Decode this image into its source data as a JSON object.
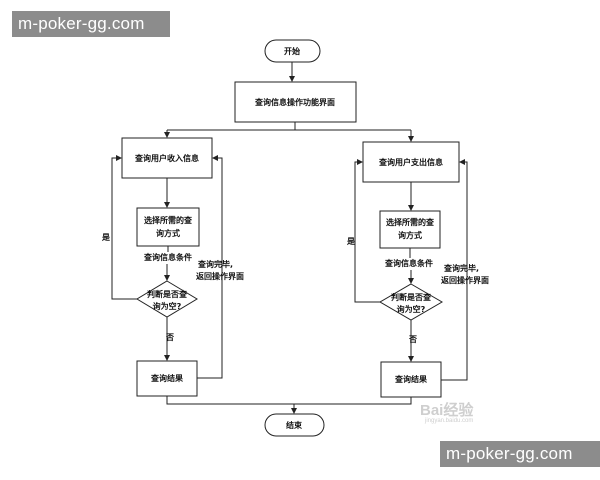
{
  "watermark": {
    "top": "m-poker-gg.com",
    "bottom": "m-poker-gg.com"
  },
  "baidu_mark": {
    "logo": "Bai经验",
    "sub": "jingyan.baidu.com"
  },
  "nodes": {
    "start": "开始",
    "menu": "查询信息操作功能界面",
    "income": "查询用户收入信息",
    "expense": "查询用户支出信息",
    "select_left_1": "选择所需的查",
    "select_left_2": "询方式",
    "select_right_1": "选择所需的查",
    "select_right_2": "询方式",
    "cond_left": "查询信息条件",
    "cond_right": "查询信息条件",
    "judge_left_1": "判断是否查",
    "judge_left_2": "询为空?",
    "judge_right_1": "判断是否查",
    "judge_right_2": "询为空?",
    "result_left": "查询结果",
    "result_right": "查询结果",
    "end": "结束"
  },
  "edges": {
    "yes_left": "是",
    "yes_right": "是",
    "no_left": "否",
    "no_right": "否",
    "back_left_1": "查询完毕,",
    "back_left_2": "返回操作界面",
    "back_right_1": "查询完毕,",
    "back_right_2": "返回操作界面"
  }
}
